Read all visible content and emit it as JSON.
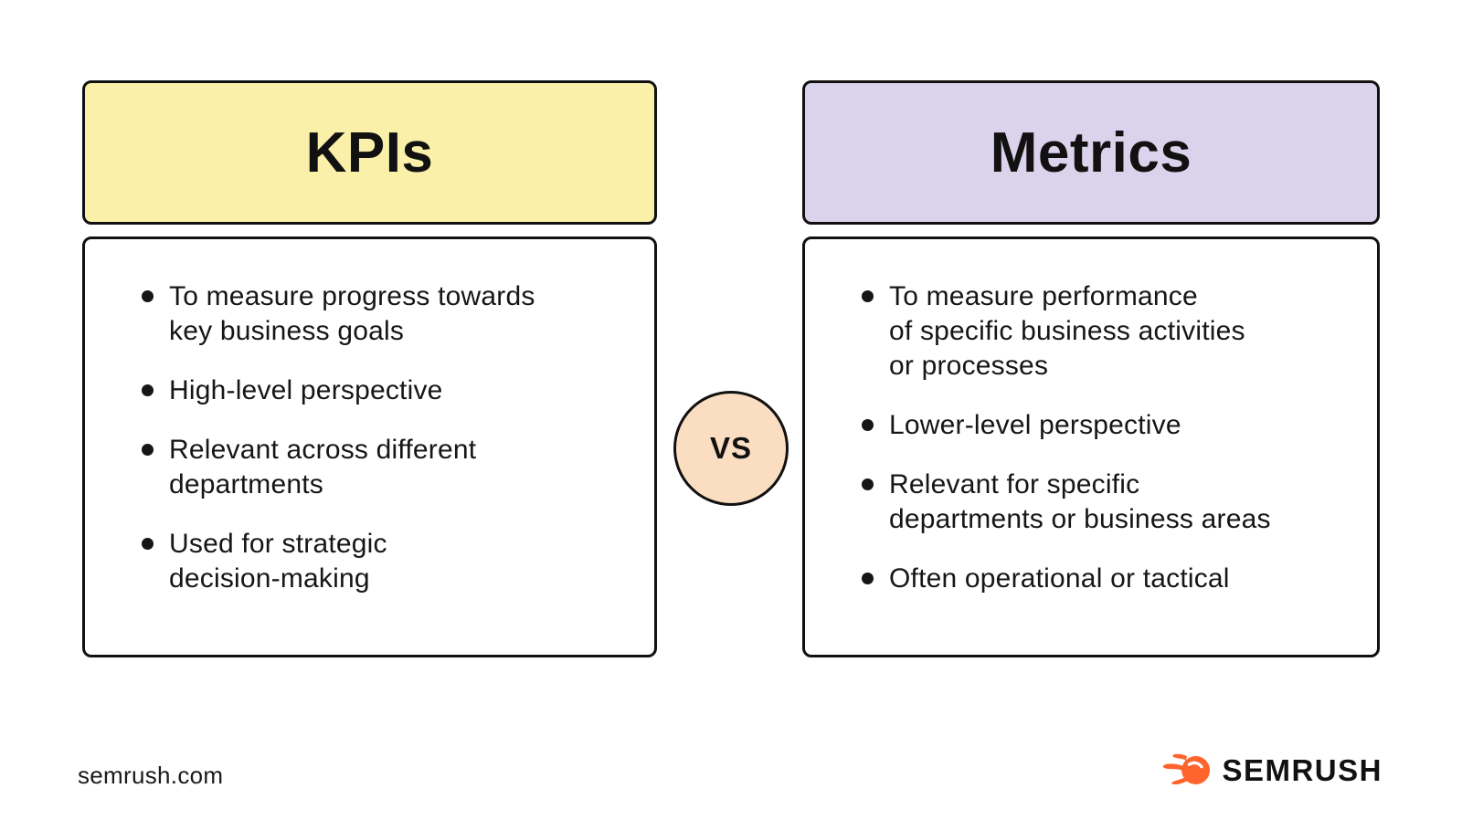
{
  "kpi_panel": {
    "title": "KPIs",
    "header_bg": "#FAF0A9",
    "items": [
      {
        "text": "To measure progress towards\nkey business goals"
      },
      {
        "text": "High-level perspective"
      },
      {
        "text": "Relevant across different\ndepartments"
      },
      {
        "text": "Used for strategic\ndecision-making"
      }
    ]
  },
  "metrics_panel": {
    "title": "Metrics",
    "header_bg": "#DBD2EB",
    "items": [
      {
        "text": "To measure performance\nof specific business activities\nor processes"
      },
      {
        "text": "Lower-level perspective"
      },
      {
        "text": "Relevant for specific\ndepartments or business areas"
      },
      {
        "text": "Often operational or tactical"
      }
    ]
  },
  "vs_badge": {
    "label": "VS",
    "bg": "#FBDEC2"
  },
  "footer": {
    "site_url": "semrush.com",
    "brand_name": "SEMRUSH",
    "brand_icon": "semrush-flame-ball-icon",
    "brand_color": "#FF642D"
  },
  "colors": {
    "border": "#111111",
    "text": "#161616",
    "background": "#FFFFFF"
  }
}
